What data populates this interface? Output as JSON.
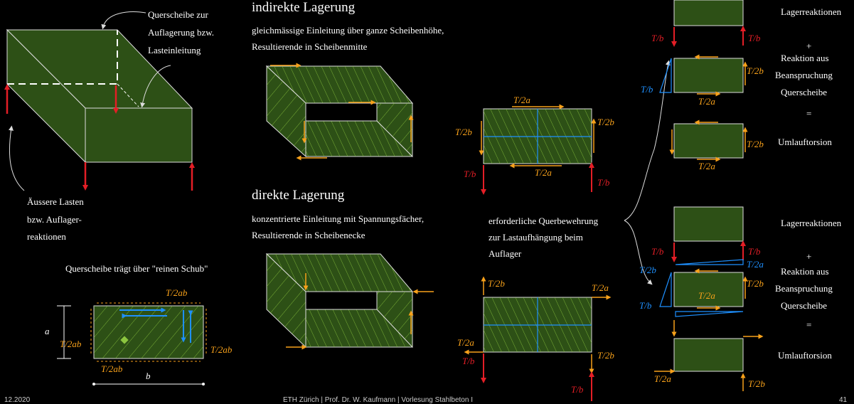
{
  "texts": {
    "querscheibe_callout": [
      "Querscheibe zur",
      "Auflagerung bzw.",
      "Lasteinleitung"
    ],
    "aeussere_callout": [
      "Äussere Lasten",
      "bzw. Auflager-",
      "reaktionen"
    ],
    "schub_title": "Querscheibe trägt über \"reinen Schub\"",
    "indirekt_title": "indirekte Lagerung",
    "indirekt_desc": [
      "gleichmässige Einleitung über ganze Scheibenhöhe,",
      "Resultierende in Scheibenmitte"
    ],
    "direkt_title": "direkte Lagerung",
    "direkt_desc": [
      "konzentrierte Einleitung mit Spannungsfächer,",
      "Resultierende in Scheibenecke"
    ],
    "querbewehrung": [
      "erforderliche Querbewehrung",
      "zur Lastaufhängung beim",
      "Auflager"
    ],
    "right_col_upper": [
      "Lagerreaktionen",
      "+",
      "Reaktion aus",
      "Beanspruchung",
      "Querscheibe",
      "=",
      "Umlauftorsion"
    ],
    "right_col_lower": [
      "Lagerreaktionen",
      "+",
      "Reaktion aus",
      "Beanspruchung",
      "Querscheibe",
      "=",
      "Umlauftorsion"
    ]
  },
  "labels": {
    "T_2ab": "T/2ab",
    "T_2a": "T/2a",
    "T_2b": "T/2b",
    "T_b": "T/b",
    "a": "a",
    "b": "b"
  },
  "footer": {
    "date": "12.2020",
    "center": "ETH Zürich  |  Prof. Dr. W. Kaufmann  |  Vorlesung Stahlbeton I",
    "page": "41"
  },
  "colors": {
    "panel": "#2d5016",
    "panel_dark": "#1f3a0e",
    "hatch": "#8cc63f",
    "red": "#e41e26",
    "orange": "#f7a11a",
    "blue": "#1e90ff"
  }
}
